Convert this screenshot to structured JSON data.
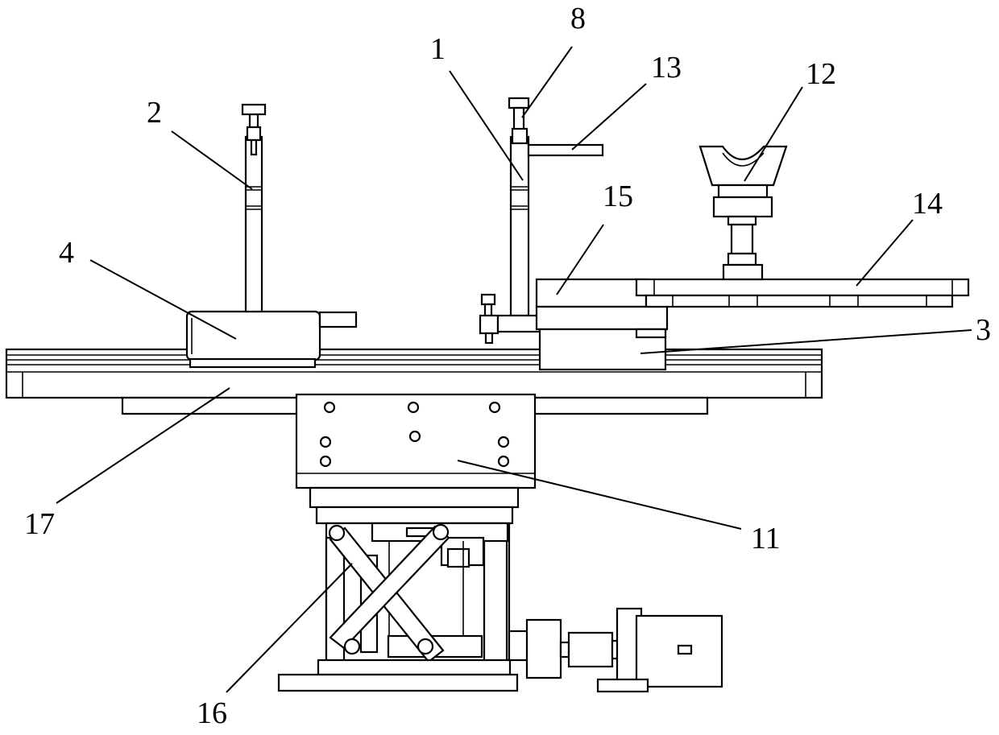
{
  "labels": {
    "l1": "1",
    "l2": "2",
    "l3": "3",
    "l4": "4",
    "l8": "8",
    "l11": "11",
    "l12": "12",
    "l13": "13",
    "l14": "14",
    "l15": "15",
    "l16": "16",
    "l17": "17"
  },
  "colors": {
    "line": "#000000",
    "background": "#ffffff"
  }
}
